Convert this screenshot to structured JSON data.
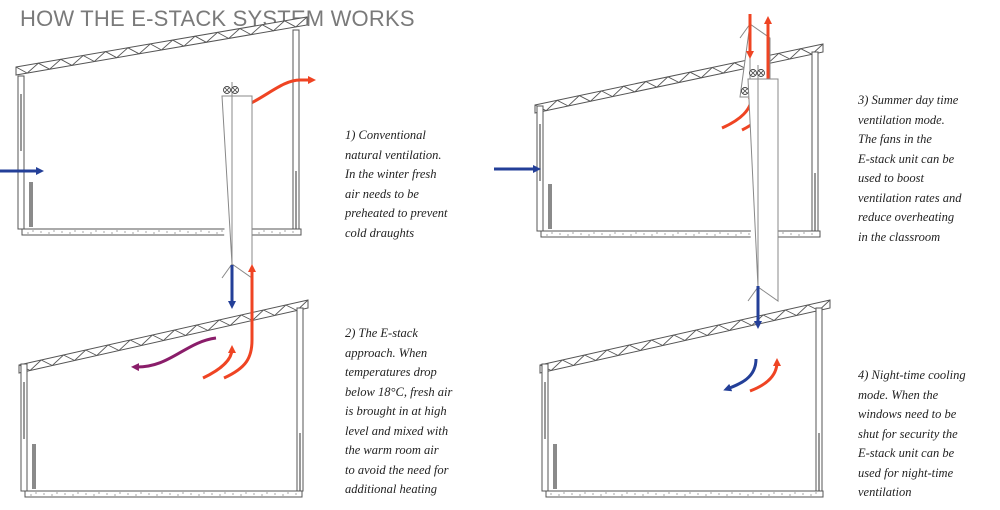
{
  "title": "HOW THE E-STACK SYSTEM WORKS",
  "colors": {
    "fresh_air": "#233f98",
    "warm_air": "#ef4423",
    "mixed_air": "#8a1d6a",
    "structure": "#555555",
    "radiator": "#8a8a8a",
    "title_text": "#7a7a7a"
  },
  "panels": [
    {
      "id": "conventional",
      "caption_lines": [
        "1) Conventional",
        "natural ventilation.",
        "In the winter fresh",
        "air needs to be",
        "preheated to prevent",
        "cold draughts"
      ]
    },
    {
      "id": "summer-day",
      "caption_lines": [
        "3) Summer day time",
        "ventilation mode.",
        "The fans in the",
        "E-stack unit can be",
        "used to boost",
        "ventilation rates and",
        "reduce overheating",
        "in the classroom"
      ]
    },
    {
      "id": "e-stack-approach",
      "caption_lines": [
        "2) The E-stack",
        "approach. When",
        "temperatures drop",
        "below 18°C, fresh air",
        "is brought in at high",
        "level and mixed with",
        "the warm room air",
        "to avoid the need for",
        "additional heating"
      ]
    },
    {
      "id": "night-cooling",
      "caption_lines": [
        "4) Night-time cooling",
        "mode. When the",
        "windows need to be",
        "shut for security the",
        "E-stack unit can be",
        "used for night-time",
        "ventilation"
      ]
    }
  ]
}
